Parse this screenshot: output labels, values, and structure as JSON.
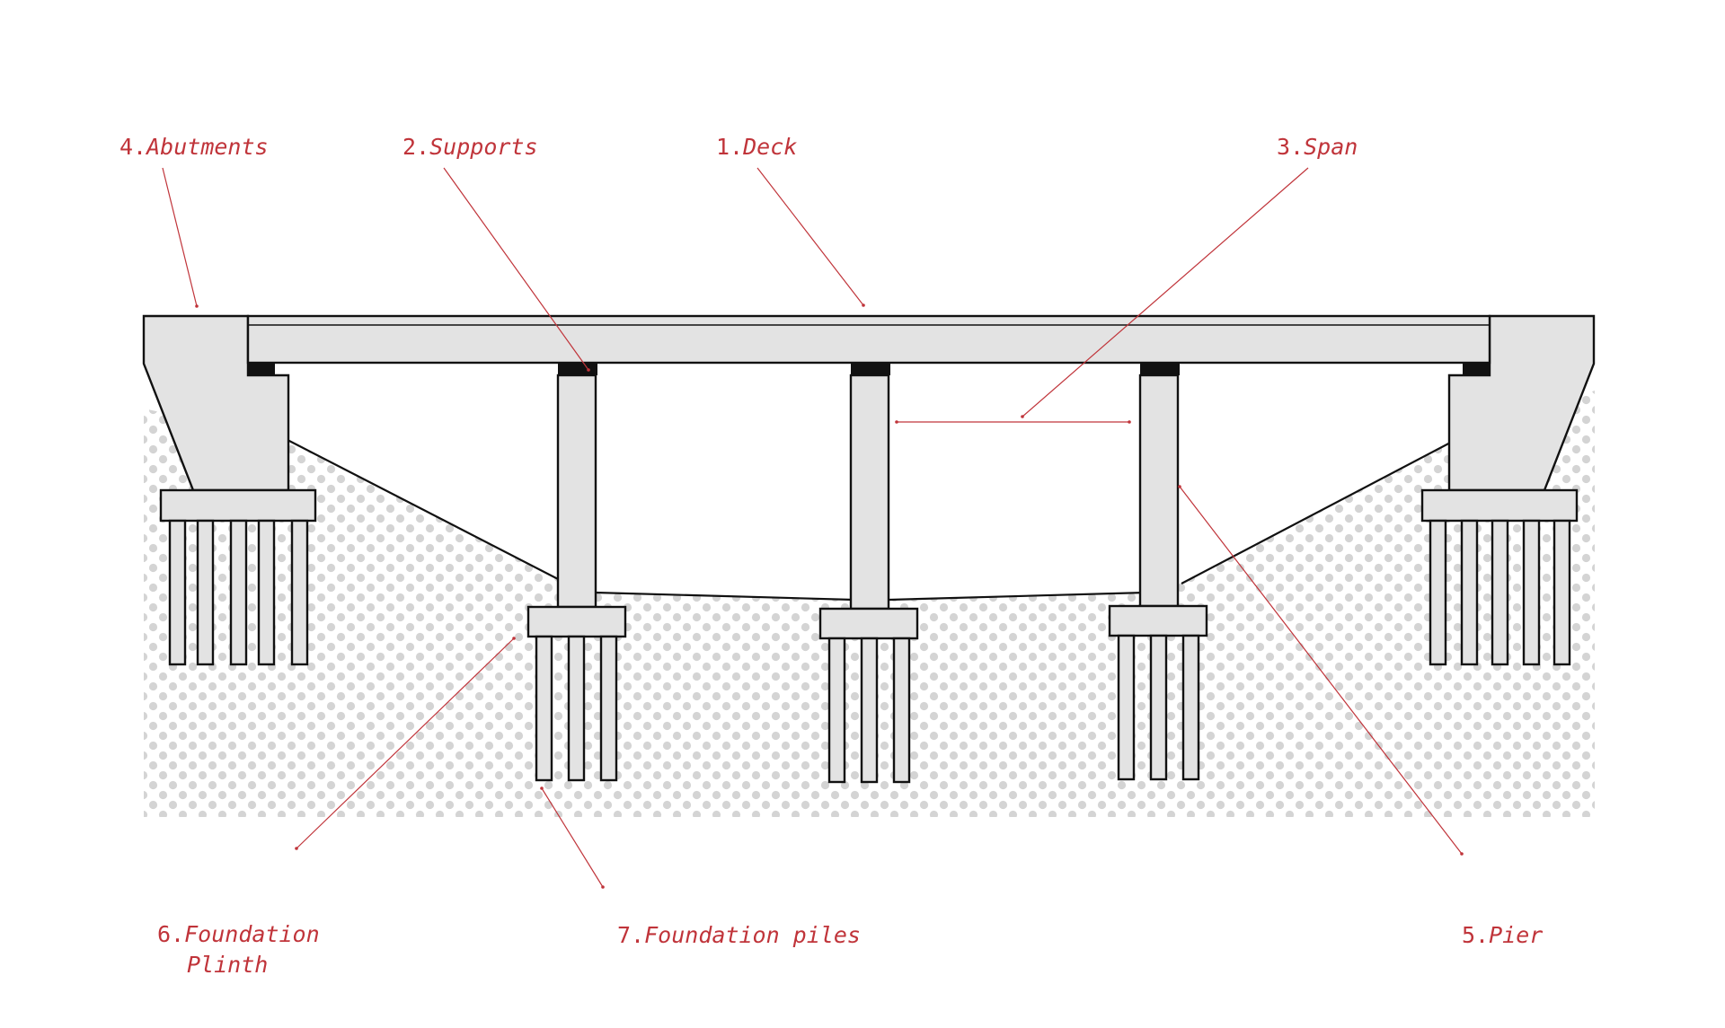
{
  "colors": {
    "label": "#c0343a",
    "leader": "#c0343a",
    "structure_fill": "#e3e3e3",
    "structure_stroke": "#111111",
    "soil_dots": "#d4d4d4",
    "bearing": "#111111",
    "background": "#ffffff"
  },
  "labels": {
    "abutments": {
      "number": "4.",
      "text": "Abutments"
    },
    "supports": {
      "number": "2.",
      "text": "Supports"
    },
    "deck": {
      "number": "1.",
      "text": "Deck"
    },
    "span": {
      "number": "3.",
      "text": "Span"
    },
    "foundation_plinth": {
      "number": "6.",
      "text": "Foundation",
      "text2": "Plinth"
    },
    "foundation_piles": {
      "number": "7.",
      "text": "Foundation piles"
    },
    "pier": {
      "number": "5.",
      "text": "Pier"
    }
  }
}
